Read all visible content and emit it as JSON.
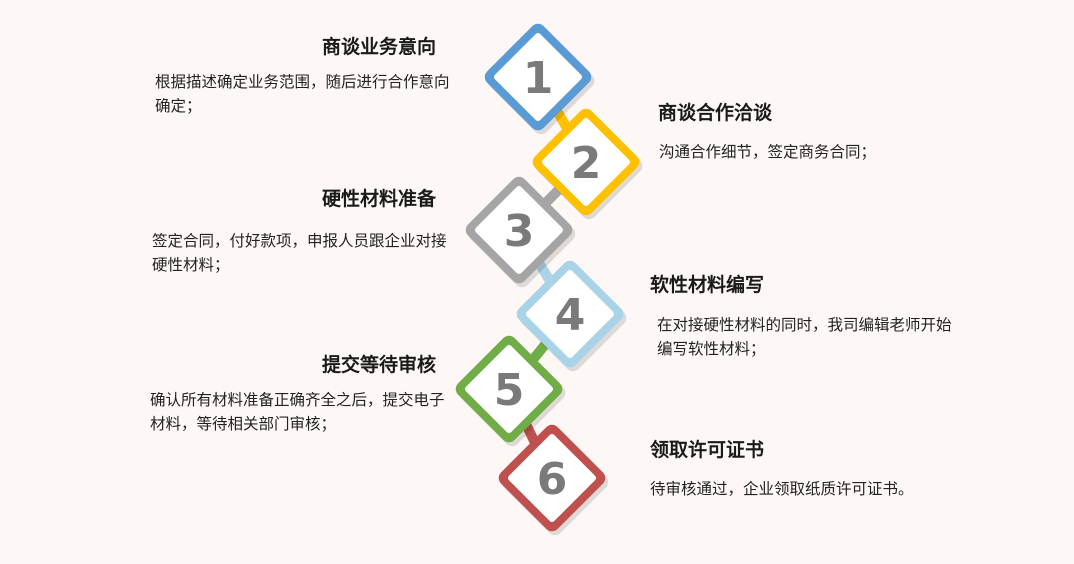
{
  "steps": [
    {
      "number": "1",
      "title": "商谈业务意向",
      "desc": "根据描述确定业务范围，随后进行合作意向确定；",
      "color": "#5b9bd5"
    },
    {
      "number": "2",
      "title": "商谈合作洽谈",
      "desc": "沟通合作细节，签定商务合同；",
      "color": "#ffc000"
    },
    {
      "number": "3",
      "title": "硬性材料准备",
      "desc": "签定合同，付好款项，申报人员跟企业对接硬性材料；",
      "color": "#a5a5a5"
    },
    {
      "number": "4",
      "title": "软性材料编写",
      "desc": "在对接硬性材料的同时，我司编辑老师开始编写软性材料；",
      "color": "#a9d3e6"
    },
    {
      "number": "5",
      "title": "提交等待审核",
      "desc": "确认所有材料准备正确齐全之后，提交电子材料，等待相关部门审核；",
      "color": "#70ad47"
    },
    {
      "number": "6",
      "title": "领取许可证书",
      "desc": "待审核通过，企业领取纸质许可证书。",
      "color": "#c0504d"
    }
  ]
}
